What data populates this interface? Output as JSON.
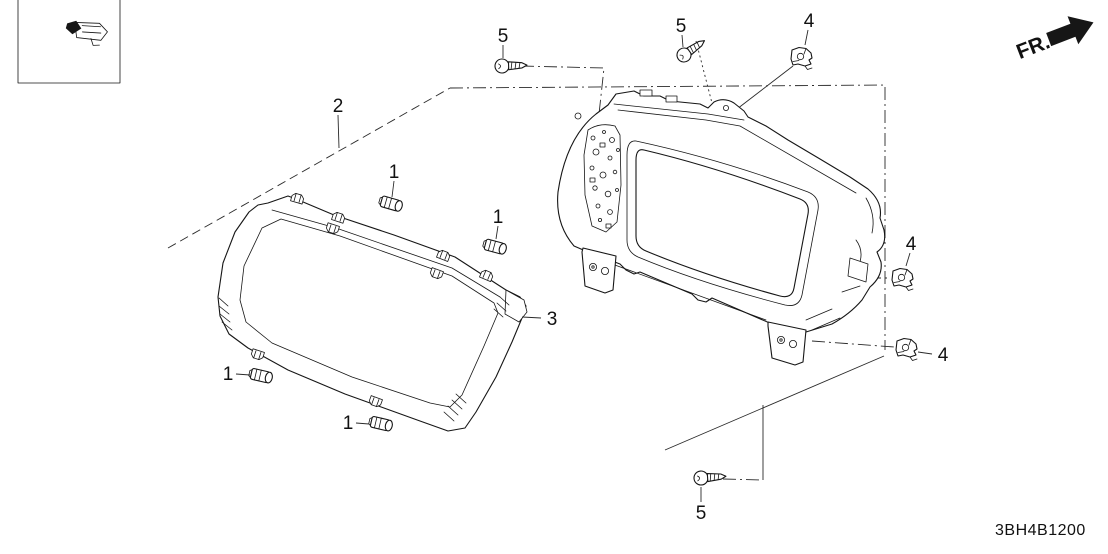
{
  "diagram_code": "3BH4B1200",
  "direction_indicator": "FR.",
  "colors": {
    "line": "#161616",
    "background": "#ffffff"
  },
  "callouts": [
    {
      "label": "2"
    },
    {
      "label": "5"
    },
    {
      "label": "5"
    },
    {
      "label": "4"
    },
    {
      "label": "1"
    },
    {
      "label": "1"
    },
    {
      "label": "3"
    },
    {
      "label": "4"
    },
    {
      "label": "4"
    },
    {
      "label": "1"
    },
    {
      "label": "1"
    },
    {
      "label": "5"
    }
  ]
}
